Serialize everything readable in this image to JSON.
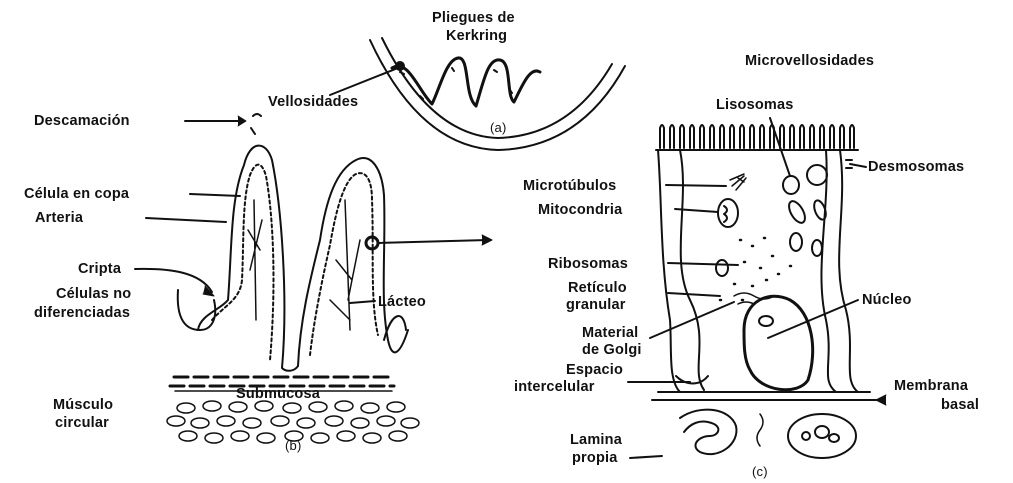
{
  "colors": {
    "ink": "#111111",
    "background": "#ffffff"
  },
  "panel_a": {
    "title_line1": "Pliegues de",
    "title_line2": "Kerkring",
    "vellosidades": "Vellosidades",
    "caption": "(a)"
  },
  "panel_b": {
    "descamacion": "Descamación",
    "celula_en_copa": "Célula en copa",
    "arteria": "Arteria",
    "cripta": "Cripta",
    "celulas_no_line1": "Células no",
    "celulas_no_line2": "diferenciadas",
    "lacteo": "Lácteo",
    "submucosa": "Submucosa",
    "musculo_line1": "Músculo",
    "musculo_line2": "circular",
    "caption": "(b)"
  },
  "panel_c": {
    "microvellosidades": "Microvellosidades",
    "lisosomas": "Lisosomas",
    "desmosomas": "Desmosomas",
    "microtubulos": "Microtúbulos",
    "mitocondria": "Mitocondria",
    "ribosomas": "Ribosomas",
    "reticulo_line1": "Retículo",
    "reticulo_line2": "granular",
    "nucleo": "Núcleo",
    "material_line1": "Material",
    "material_line2": "de Golgi",
    "espacio_line1": "Espacio",
    "espacio_line2": "intercelular",
    "membrana_line1": "Membrana",
    "membrana_line2": "basal",
    "lamina_line1": "Lamina",
    "lamina_line2": "propia",
    "caption": "(c)"
  }
}
